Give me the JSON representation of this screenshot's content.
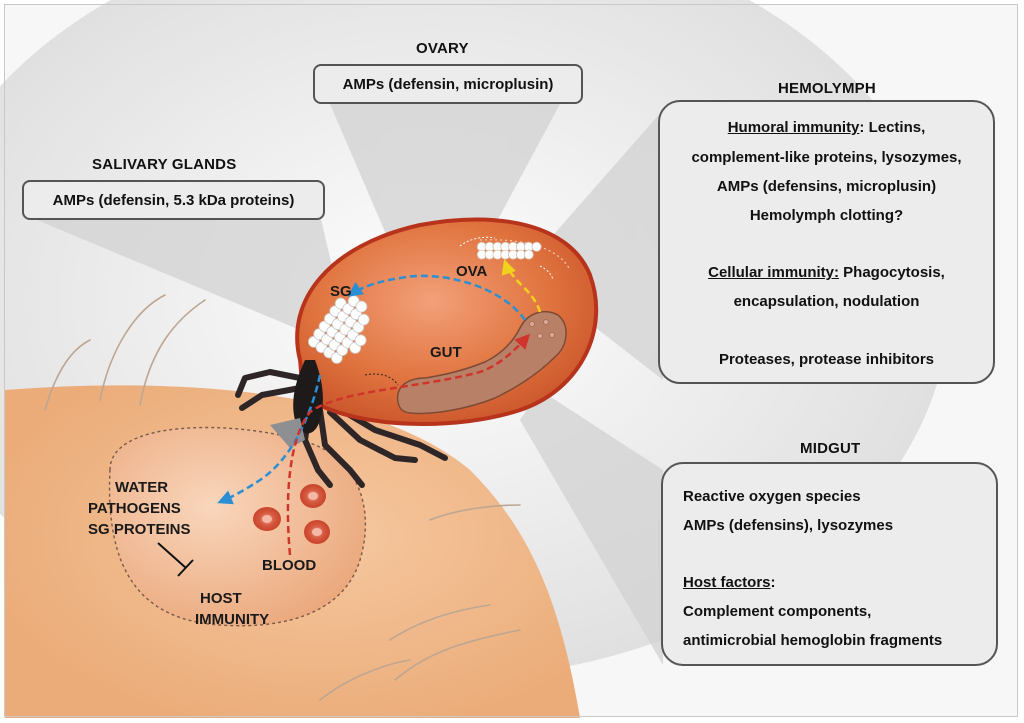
{
  "ovary": {
    "heading": "OVARY",
    "content": "AMPs (defensin, microplusin)"
  },
  "salivary_glands": {
    "heading": "SALIVARY GLANDS",
    "content": "AMPs (defensin, 5.3 kDa proteins)"
  },
  "hemolymph": {
    "heading": "HEMOLYMPH",
    "humoral_title": "Humoral immunity",
    "humoral_line1_rest": ": Lectins,",
    "humoral_line2": "complement-like proteins, lysozymes,",
    "humoral_line3": "AMPs (defensins, microplusin)",
    "humoral_line4": "Hemolymph clotting?",
    "cellular_title": "Cellular immunity:",
    "cellular_line1_rest": " Phagocytosis,",
    "cellular_line2": "encapsulation, nodulation",
    "proteases": "Proteases, protease inhibitors"
  },
  "midgut": {
    "heading": "MIDGUT",
    "line1": "Reactive oxygen species",
    "line2": "AMPs (defensins), lysozymes",
    "host_title": "Host factors",
    "host_title_suffix": ":",
    "host_line1": "Complement components,",
    "host_line2": "antimicrobial hemoglobin fragments"
  },
  "tick_labels": {
    "sg": "SG",
    "ova": "OVA",
    "gut": "GUT"
  },
  "skin_labels": {
    "water": "WATER",
    "pathogens": "PATHOGENS",
    "sg_proteins": "SG PROTEINS",
    "host": "HOST",
    "immunity": "IMMUNITY",
    "blood": "BLOOD"
  },
  "colors": {
    "skin": "#f1b98a",
    "tick_body": "#d9632f",
    "tick_outline": "#b7331b",
    "gut": "#b98068",
    "sg": "#ffffff",
    "ova": "#ffffff",
    "arrow_blue": "#2b8fd6",
    "arrow_red": "#d0342a",
    "arrow_yellow": "#f0d21c",
    "leg": "#2e2626",
    "callout_box": "#ececec",
    "callout_border": "#555555"
  }
}
